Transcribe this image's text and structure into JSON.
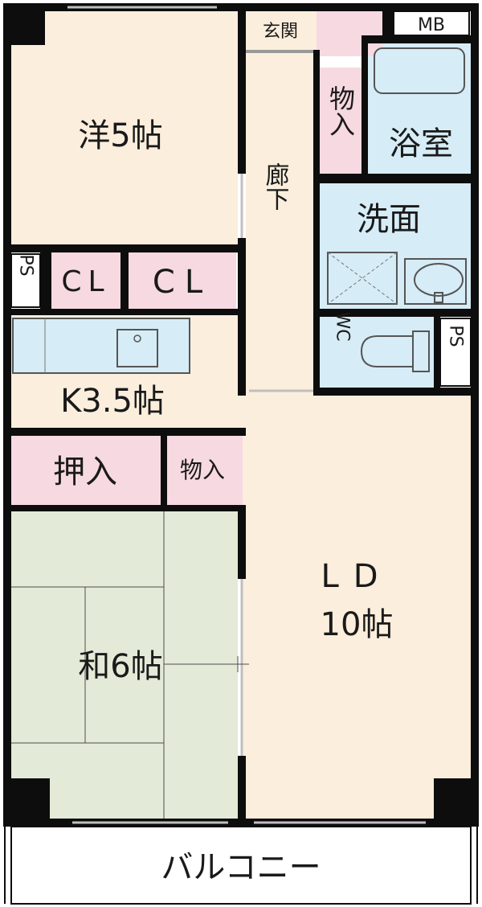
{
  "floorplan": {
    "rooms": {
      "western_room": "洋5帖",
      "entrance": "玄関",
      "meter_box": "MB",
      "storage_top": "物入",
      "bathroom": "浴室",
      "corridor": "廊下",
      "washroom": "洗面",
      "ps_left": "PS",
      "closet_1": "CL",
      "closet_2": "CL",
      "wc": "WC",
      "ps_right": "PS",
      "kitchen": "K3.5帖",
      "oshiire": "押入",
      "storage_mid": "物入",
      "japanese_room": "和6帖",
      "living_dining_name": "LD",
      "living_dining_size": "10帖",
      "balcony": "バルコニー"
    },
    "colors": {
      "wall": "#0d0d0d",
      "floor_western": "#fbeedc",
      "floor_tatami": "#e3ead7",
      "wet_area": "#d6ecf6",
      "closet": "#f7d9e2",
      "balcony": "#ffffff"
    }
  }
}
